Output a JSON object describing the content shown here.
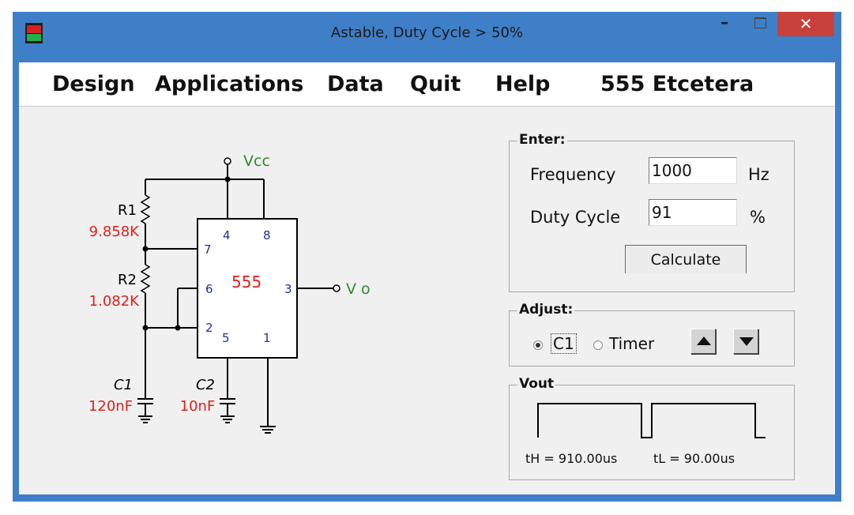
{
  "window": {
    "title": "Astable, Duty Cycle > 50%",
    "minimize": "–",
    "close": "✕"
  },
  "menu": {
    "design": "Design",
    "applications": "Applications",
    "data": "Data",
    "quit": "Quit",
    "help": "Help",
    "brand": "555 Etcetera"
  },
  "enter": {
    "title": "Enter:",
    "frequency_label": "Frequency",
    "frequency_value": "1000",
    "frequency_unit": "Hz",
    "duty_label": "Duty Cycle",
    "duty_value": "91",
    "duty_unit": "%",
    "calculate": "Calculate"
  },
  "adjust": {
    "title": "Adjust:",
    "option_c1": "C1",
    "option_timer": "Timer",
    "selected": "C1"
  },
  "vout": {
    "title": "Vout",
    "th": "tH = 910.00us",
    "tl": "tL = 90.00us",
    "duty_fraction": 0.91
  },
  "circuit": {
    "vcc": "Vcc",
    "vo": "V o",
    "chip": "555",
    "r1_name": "R1",
    "r1_value": "9.858K",
    "r2_name": "R2",
    "r2_value": "1.082K",
    "c1_name": "C1",
    "c1_value": "120nF",
    "c2_name": "C2",
    "c2_value": "10nF",
    "pins": {
      "p4": "4",
      "p8": "8",
      "p7": "7",
      "p6": "6",
      "p2": "2",
      "p3": "3",
      "p5": "5",
      "p1": "1"
    },
    "colors": {
      "wire": "#000000",
      "value": "#e0201b",
      "label_green": "#2e8b2e",
      "pin": "#1f2f9a",
      "chip_label": "#e0201b"
    }
  },
  "colors": {
    "frame": "#3f7fc8",
    "close_button": "#c7413a",
    "client_bg": "#f0f0f0"
  }
}
